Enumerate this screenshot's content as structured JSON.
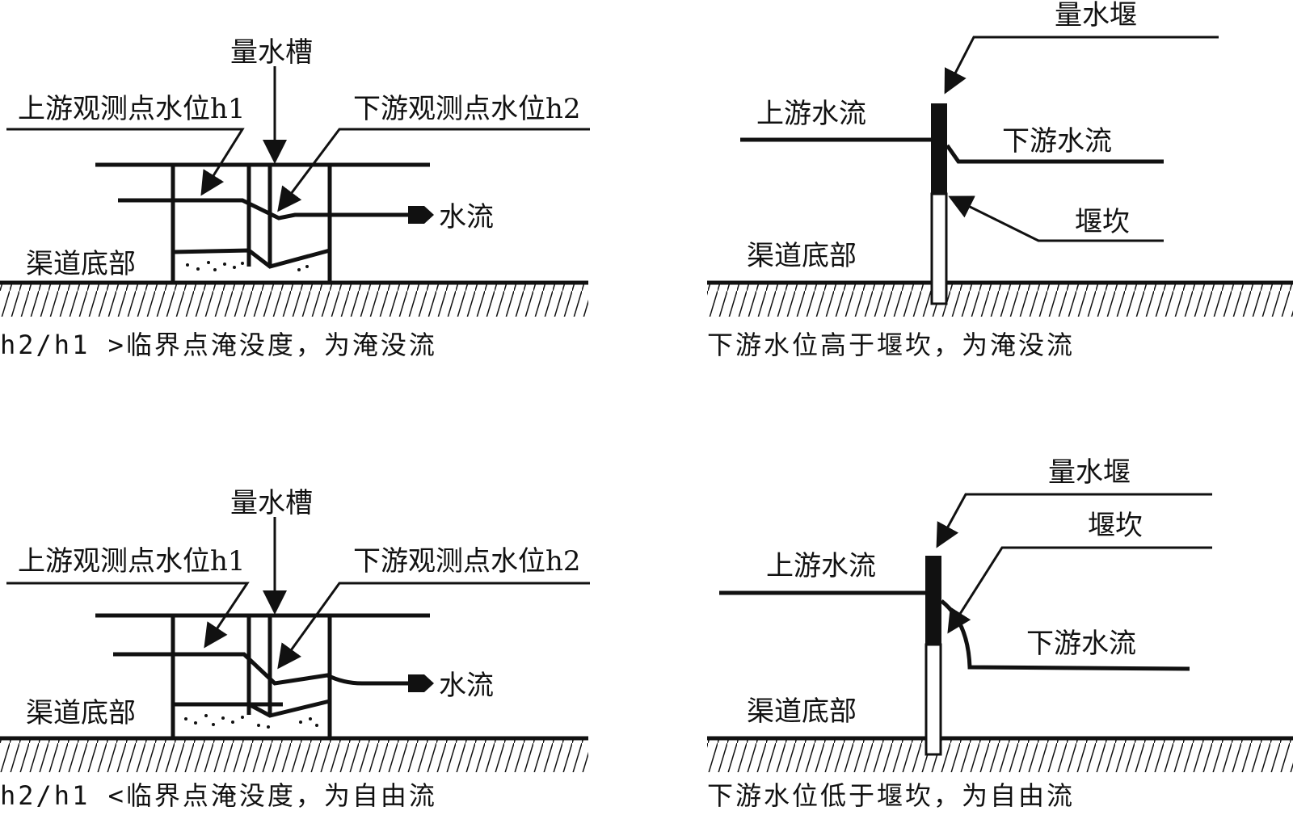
{
  "colors": {
    "ink": "#111111",
    "background": "#ffffff"
  },
  "panels": {
    "flume_submerged": {
      "flume_label": "量水槽",
      "upstream_label": "上游观测点水位h1",
      "downstream_label": "下游观测点水位h2",
      "flow_label": "水流",
      "bottom_label": "渠道底部",
      "caption": "h2/h1 >临界点淹没度，为淹没流"
    },
    "weir_submerged": {
      "weir_label": "量水堰",
      "upstream_label": "上游水流",
      "downstream_label": "下游水流",
      "crest_label": "堰坎",
      "bottom_label": "渠道底部",
      "caption": "下游水位高于堰坎，为淹没流"
    },
    "flume_free": {
      "flume_label": "量水槽",
      "upstream_label": "上游观测点水位h1",
      "downstream_label": "下游观测点水位h2",
      "flow_label": "水流",
      "bottom_label": "渠道底部",
      "caption": "h2/h1 <临界点淹没度，为自由流"
    },
    "weir_free": {
      "weir_label": "量水堰",
      "crest_label": "堰坎",
      "upstream_label": "上游水流",
      "downstream_label": "下游水流",
      "bottom_label": "渠道底部",
      "caption": "下游水位低于堰坎，为自由流"
    }
  }
}
